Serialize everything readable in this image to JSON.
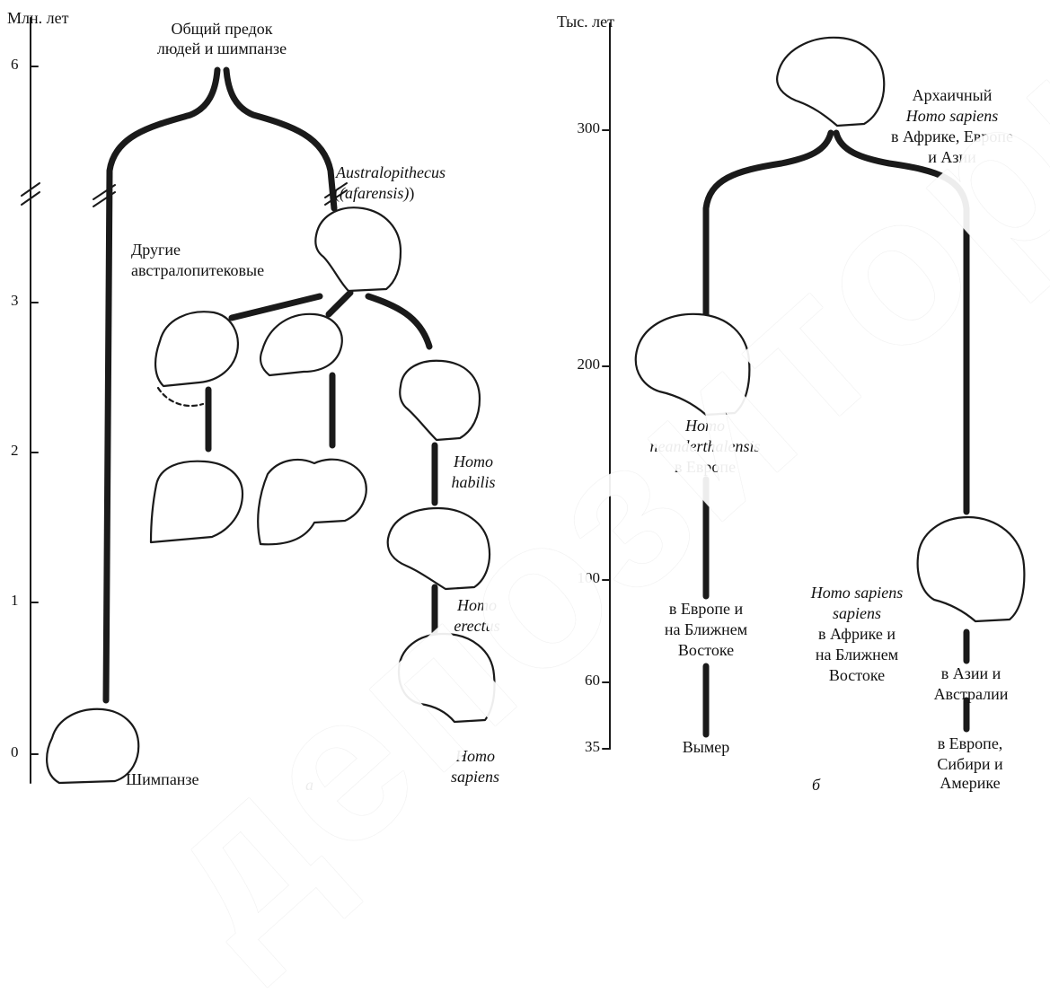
{
  "panel_a": {
    "axis_unit": "Млн. лет",
    "ticks": [
      "6",
      "3",
      "2",
      "1",
      "0"
    ],
    "ancestor_line1": "Общий предок",
    "ancestor_line2": "людей и шимпанзе",
    "australopithecus_line1": "Australopithecus",
    "australopithecus_line2": "(afarensis)",
    "other_line1": "Другие",
    "other_line2": "австралопитековые",
    "habilis_line1": "Homo",
    "habilis_line2": "habilis",
    "erectus_line1": "Homo",
    "erectus_line2": "erectus",
    "sapiens_line1": "Homo",
    "sapiens_line2": "sapiens",
    "chimp": "Шимпанзе",
    "panel_letter": "а"
  },
  "panel_b": {
    "axis_unit": "Тыс. лет",
    "ticks": [
      "300",
      "200",
      "100",
      "60",
      "35"
    ],
    "archaic_line1": "Архаичный",
    "archaic_line2": "Homo sapiens",
    "archaic_line3": "в Африке, Европе",
    "archaic_line4": "и Азии",
    "neander_line1": "Homo",
    "neander_line2": "neanderthalensis",
    "neander_line3": "в Европе",
    "neander_range_line1": "в Европе и",
    "neander_range_line2": "на Ближнем",
    "neander_range_line3": "Востоке",
    "extinct": "Вымер",
    "hss_line1": "Homo sapiens",
    "hss_line2": "sapiens",
    "hss_line3": "в Африке и",
    "hss_line4": "на Ближнем",
    "hss_line5": "Востоке",
    "asia_line1": "в Азии и",
    "asia_line2": "Австралии",
    "europe_line1": "в Европе,",
    "europe_line2": "Сибири и",
    "europe_line3": "Америке",
    "panel_letter": "б"
  },
  "watermark": "депозиторий"
}
